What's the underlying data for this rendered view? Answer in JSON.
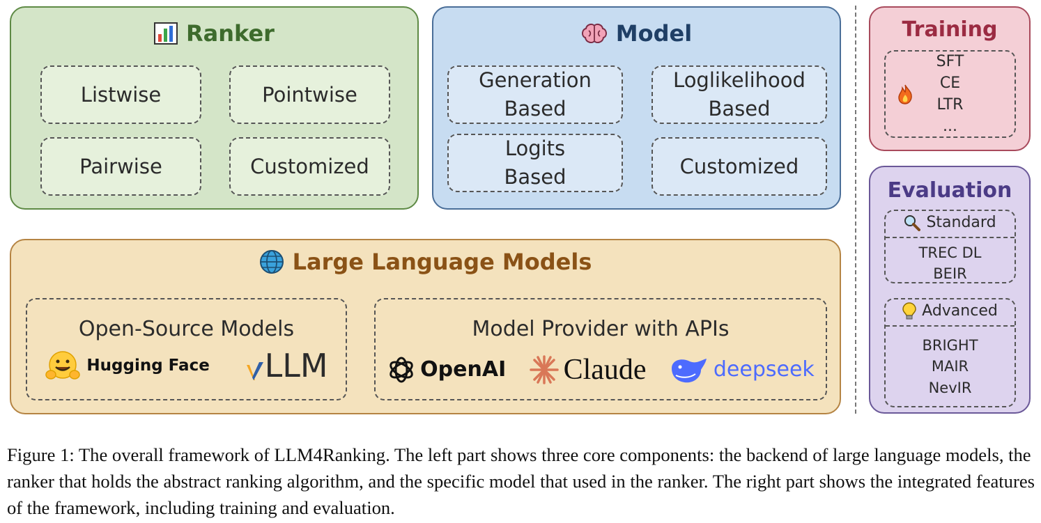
{
  "ranker": {
    "title": "Ranker",
    "icon": "bar-chart-icon",
    "items": [
      "Listwise",
      "Pointwise",
      "Pairwise",
      "Customized"
    ]
  },
  "model": {
    "title": "Model",
    "icon": "brain-icon",
    "items": [
      {
        "line1": "Generation",
        "line2": "Based"
      },
      {
        "line1": "Loglikelihood",
        "line2": "Based"
      },
      {
        "line1": "Logits",
        "line2": "Based"
      },
      {
        "line1": "Customized",
        "line2": ""
      }
    ]
  },
  "llm": {
    "title": "Large Language Models",
    "icon": "globe-icon",
    "open_source": {
      "title": "Open-Source Models",
      "logos": [
        "Hugging Face",
        "LLM"
      ]
    },
    "apis": {
      "title": "Model Provider with APIs",
      "logos": [
        "OpenAI",
        "Claude",
        "deepseek"
      ]
    }
  },
  "training": {
    "title": "Training",
    "icon": "fire-icon",
    "items": [
      "SFT",
      "CE",
      "LTR",
      "..."
    ]
  },
  "evaluation": {
    "title": "Evaluation",
    "standard": {
      "label": "Standard",
      "icon": "magnifier-icon",
      "items": [
        "TREC DL",
        "BEIR"
      ]
    },
    "advanced": {
      "label": "Advanced",
      "icon": "lightbulb-icon",
      "items": [
        "BRIGHT",
        "MAIR",
        "NevIR"
      ]
    }
  },
  "caption": "Figure 1: The overall framework of LLM4Ranking. The left part shows three core components: the backend of large language models, the ranker that holds the abstract ranking algorithm, and the specific model that used in the ranker. The right part shows the integrated features of the framework, including training and evaluation.",
  "colors": {
    "ranker_bg": "#d4e5c8",
    "model_bg": "#c7dcf1",
    "llm_bg": "#f4e2bd",
    "training_bg": "#f4cfd6",
    "evaluation_bg": "#ddd3ee"
  }
}
